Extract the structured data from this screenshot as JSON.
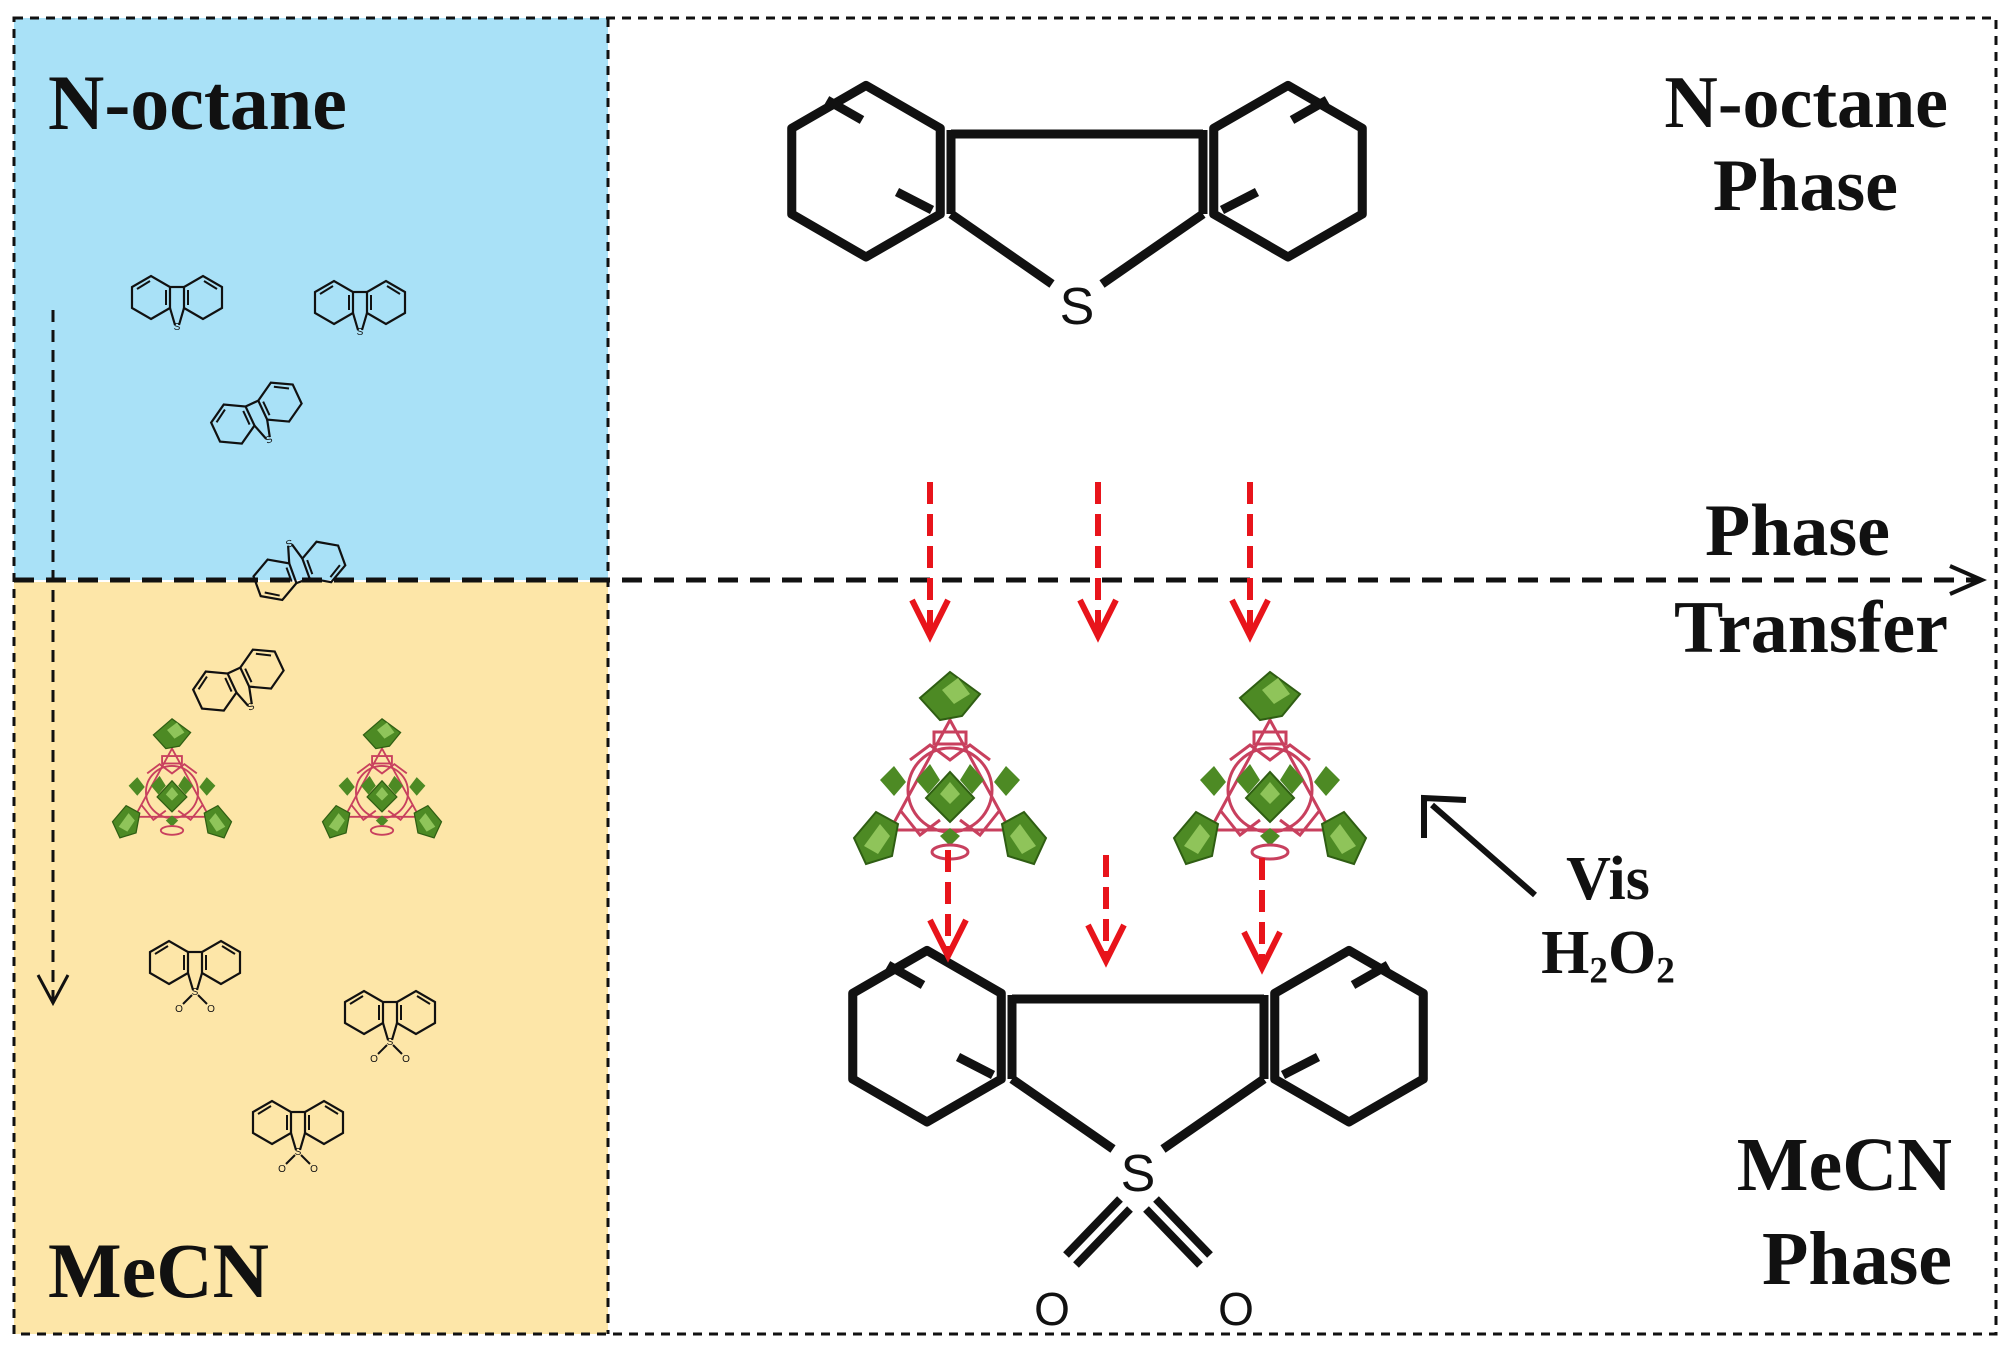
{
  "left_panel": {
    "top_label": "N-octane",
    "bottom_label": "MeCN",
    "top_color": "#a9e1f7",
    "bottom_color": "#fde6a8"
  },
  "right_panel": {
    "octane_phase": {
      "line1": "N-octane",
      "line2": "Phase"
    },
    "phase_transfer": {
      "line1": "Phase",
      "line2": "Transfer"
    },
    "mecn_phase": {
      "line1": "MeCN",
      "line2": "Phase"
    },
    "conditions": {
      "line1": "Vis",
      "reagent": {
        "h": "H",
        "sub1": "2",
        "o": "O",
        "sub2": "2"
      }
    }
  },
  "molecules": {
    "reactant_heteroatom": "S",
    "product_heteroatom": "S",
    "product_oxygen_1": "O",
    "product_oxygen_2": "O"
  },
  "colors": {
    "arrow_red": "#e8141b",
    "catalyst_green": "#4d8a24",
    "catalyst_light": "#8fc45a",
    "catalyst_linker": "#c8405e",
    "line": "#111111"
  },
  "icons": [
    "dibenzothiophene-icon",
    "dibenzothiophene-sulfone-icon",
    "polyoxometalate-catalyst-icon",
    "red-dashed-arrow-icon"
  ]
}
